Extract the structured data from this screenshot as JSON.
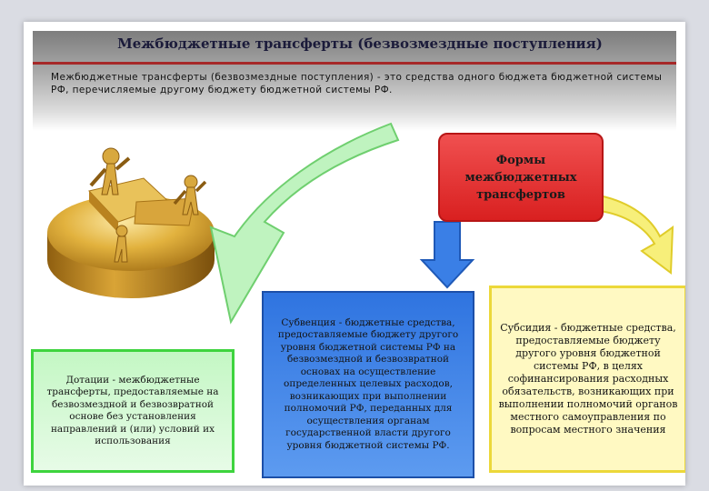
{
  "slide": {
    "title": "Межбюджетные трансферты (безвозмездные поступления)",
    "definition": "Межбюджетные трансферты (безвозмездные поступления) - это средства одного бюджета бюджетной системы РФ, перечисляемые другому бюджету бюджетной системы РФ."
  },
  "forms_box": {
    "text": "Формы межбюджетных трансфертов"
  },
  "boxes": {
    "dotacii": "Дотации - межбюджетные трансферты, предоставляемые на безвозмездной и безвозвратной основе без установления направлений и (или) условий их использования",
    "subvencia": "Субвенция - бюджетные средства, предоставляемые бюджету другого уровня бюджетной системы РФ на безвозмездной и безвозвратной основах на осуществление определенных целевых расходов, возникающих при выполнении полномочий РФ, переданных для осуществления органам государственной власти другого уровня бюджетной системы РФ.",
    "subsidia": "Субсидия - бюджетные средства, предоставляемые бюджету другого уровня бюджетной системы РФ, в целях софинансирования расходных обязательств, возникающих при выполнении полномочий органов местного самоуправления по вопросам местного значения"
  },
  "colors": {
    "title_rule": "#a62828",
    "forms_box": "#e03030",
    "green_box": "#3ed43e",
    "blue_box": "#2f74e0",
    "yellow_box": "#ecd83a",
    "gold": "#d4a22c"
  },
  "icons": [
    "gold-pie-chart-image",
    "green-curved-arrow-icon",
    "blue-down-arrow-icon",
    "yellow-curved-arrow-icon"
  ]
}
